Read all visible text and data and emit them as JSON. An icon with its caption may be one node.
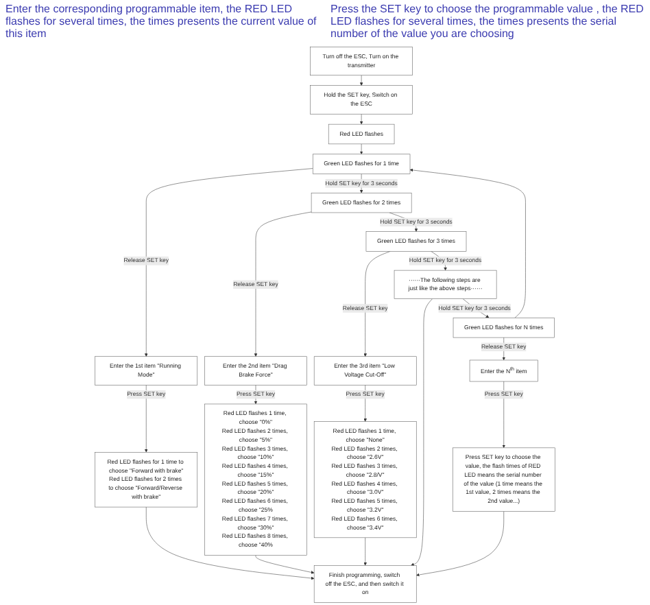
{
  "diagram": {
    "nodes": [
      {
        "text": [
          "Turn off the ESC, Turn on the transmitter"
        ]
      },
      {
        "text": [
          "Hold the SET key, Switch on the ESC"
        ]
      },
      {
        "text": [
          "Red LED flashes"
        ]
      },
      {
        "text": [
          "Green LED flashes for 1 time"
        ]
      },
      {
        "text": [
          "Enter the 1st item \"Running Mode\""
        ]
      },
      {
        "text": [
          "Red LED flashes for 1 time to choose \"Forward with brake\"",
          "Red LED flashes for 2 times to choose \"Forward/Reverse with brake\""
        ]
      },
      {
        "text": [
          "Green LED flashes for 2 times"
        ]
      },
      {
        "text": [
          "Enter the 2nd item \"Drag Brake Force\""
        ]
      },
      {
        "text": [
          "Red LED flashes 1 time, choose \"0%\"",
          "Red LED flashes 2 times, choose \"5%\"",
          "Red LED flashes 3 times, choose \"10%\"",
          "Red LED flashes 4 times, choose \"15%\"",
          "Red LED flashes 5 times, choose \"20%\"",
          "Red LED flashes 6 times, choose \"25%",
          "Red LED flashes 7 times, choose \"30%\"",
          "Red LED flashes 8 times, choose \"40%"
        ]
      },
      {
        "text": [
          "Green LED flashes for 3 times"
        ]
      },
      {
        "text": [
          "Enter the 3rd item \"Low Voltage Cut-Off\""
        ]
      },
      {
        "text": [
          "Red LED flashes 1 time, choose \"None\"",
          "Red LED flashes 2 times, choose \"2.6V\"",
          "Red LED flashes 3 times, choose \"2.8/V\"",
          "Red LED flashes 4 times, choose \"3.0V\"",
          "Red LED flashes 5 times, choose \"3.2V\"",
          "Red LED flashes 6 times, choose \"3.4V\""
        ]
      },
      {
        "text": [
          "······The following steps are just like the above steps······"
        ]
      },
      {
        "text": [
          "Green LED flashes for N times"
        ]
      },
      {
        "text": [
          "Enter the N$^{th}$ item"
        ]
      },
      {
        "text": [
          "Press SET key to choose the value, the flash times of RED LED means the serial number of the value (1 time means the 1st value, 2 times means the 2nd value...)"
        ]
      },
      {
        "text": [
          "Finish programming, switch off the ESC, and then switch it on"
        ]
      }
    ],
    "edges": [
      {
        "from": 0,
        "to": 1,
        "arrow": "to"
      },
      {
        "from": 1,
        "to": 2,
        "arrow": "to"
      },
      {
        "from": 2,
        "to": 3,
        "arrow": "to"
      },
      {
        "from": 3,
        "to": 4,
        "arrow": "to",
        "label": "Release SET key"
      },
      {
        "from": 4,
        "to": 5,
        "arrow": "to",
        "label": "Press SET key"
      },
      {
        "from": 5,
        "to": 16,
        "arrow": "to"
      },
      {
        "from": 3,
        "to": 6,
        "arrow": "to",
        "label": "Hold SET key for 3 seconds"
      },
      {
        "from": 6,
        "to": 7,
        "arrow": "to",
        "label": "Release SET key"
      },
      {
        "from": 7,
        "to": 8,
        "arrow": "to",
        "label": "Press SET key"
      },
      {
        "from": 8,
        "to": 16,
        "arrow": "to"
      },
      {
        "from": 6,
        "to": 9,
        "arrow": "to",
        "label": "Hold SET key for 3 seconds"
      },
      {
        "from": 9,
        "to": 10,
        "arrow": "to",
        "label": "Release SET key"
      },
      {
        "from": 10,
        "to": 11,
        "arrow": "to",
        "label": "Press SET key"
      },
      {
        "from": 11,
        "to": 16,
        "arrow": "to"
      },
      {
        "from": 9,
        "to": 12,
        "arrow": "to",
        "label": "Hold SET key for 3 seconds"
      },
      {
        "from": 12,
        "to": 16,
        "arrow": "to"
      },
      {
        "from": 12,
        "to": 13,
        "arrow": "to",
        "label": "Hold SET key for 3 seconds"
      },
      {
        "from": 13,
        "to": 14,
        "arrow": "to",
        "label": "Release SET key"
      },
      {
        "from": 14,
        "to": 15,
        "arrow": "to",
        "label": "Press SET key"
      },
      {
        "from": 15,
        "to": 16,
        "arrow": "to"
      },
      {
        "from": 13,
        "to": 3,
        "arrow": "to"
      }
    ],
    "labels": [
      "Enter the corresponding programmable item, the RED LED flashes for several times, the times presents the current value of this item",
      "Press the SET key to choose the programmable value , the RED LED flashes for several times, the times presents the serial number of the  value you are choosing"
    ]
  }
}
